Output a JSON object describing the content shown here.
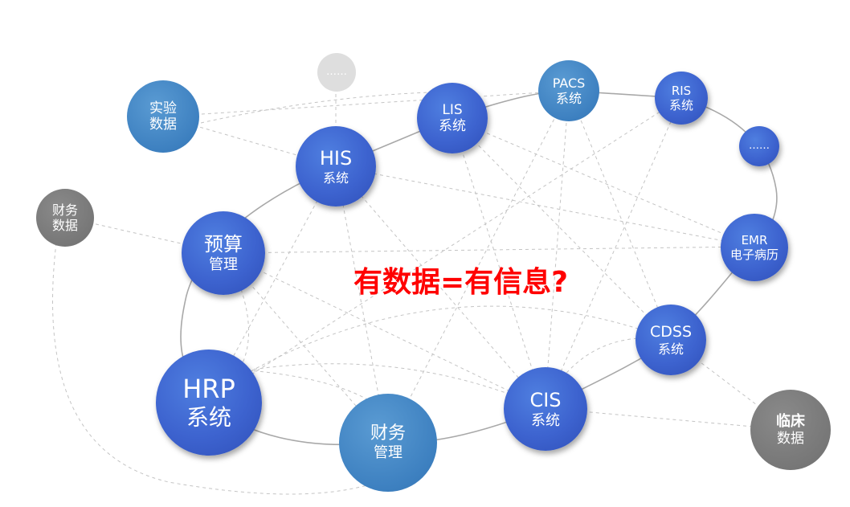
{
  "headline": "有数据=有信息?",
  "colors": {
    "headline": "#ff0000",
    "node_blue": "#3d63cf",
    "node_sky": "#3d80c0",
    "node_gray": "#707070",
    "node_light": "#dedede",
    "ring": "#a8a8a8",
    "dashed": "#c4c4c4"
  },
  "nodes": {
    "exp_data": {
      "line1": "实验",
      "line2": "数据"
    },
    "dots_top": {
      "line1": "……"
    },
    "lis": {
      "line1": "LIS",
      "line2": "系统"
    },
    "pacs": {
      "line1": "PACS",
      "line2": "系统"
    },
    "ris": {
      "line1": "RIS",
      "line2": "系统"
    },
    "dots_right": {
      "line1": "……"
    },
    "his": {
      "line1": "HIS",
      "line2": "系统"
    },
    "fin_data": {
      "line1": "财务",
      "line2": "数据"
    },
    "budget": {
      "line1": "预算",
      "line2": "管理"
    },
    "emr": {
      "line1": "EMR",
      "line2": "电子病历"
    },
    "cdss": {
      "line1": "CDSS",
      "line2": "系统"
    },
    "hrp": {
      "line1": "HRP",
      "line2": "系统"
    },
    "fin_mgmt": {
      "line1": "财务",
      "line2": "管理"
    },
    "cis": {
      "line1": "CIS",
      "line2": "系统"
    },
    "clin_data": {
      "line1": "临床",
      "line2": "数据"
    }
  }
}
